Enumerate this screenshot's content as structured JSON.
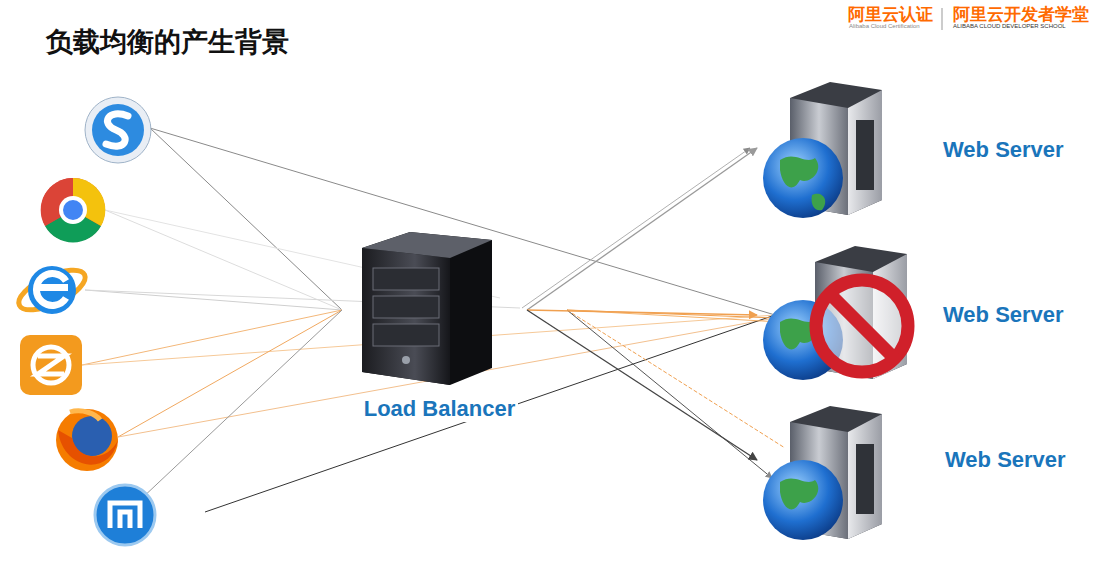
{
  "diagram": {
    "title": "负载均衡的产生背景",
    "nodes": [
      {
        "text": [
          "Load Balancer"
        ]
      },
      {
        "text": [
          "Web Server"
        ]
      },
      {
        "text": [
          "Web Server"
        ]
      },
      {
        "text": [
          "Web Server"
        ]
      }
    ],
    "edges": [
      {
        "from": 0,
        "to": 1,
        "arrow": "to"
      },
      {
        "from": 0,
        "to": 2,
        "arrow": "to"
      },
      {
        "from": 0,
        "to": 3,
        "arrow": "to"
      }
    ],
    "labels": [
      "阿里云认证",
      "Alibaba Cloud Certification",
      "阿里云开发者学堂",
      "ALIBABA CLOUD DEVELOPER SCHOOL"
    ]
  }
}
